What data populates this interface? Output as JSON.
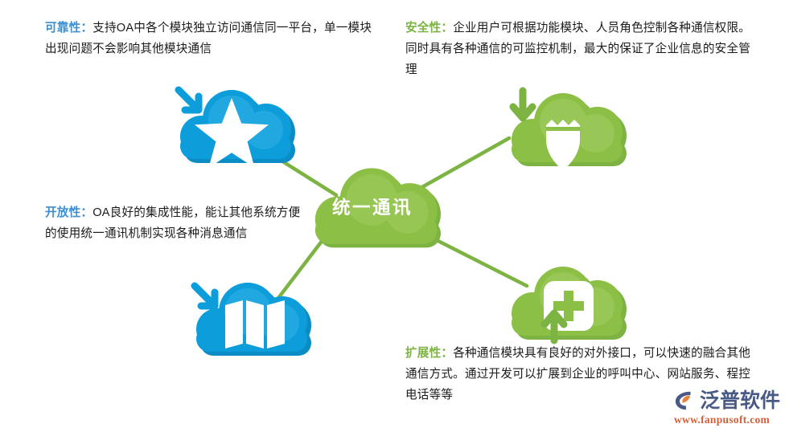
{
  "center": {
    "label": "统一通讯",
    "cloud_color": "#8cbf45",
    "cloud_highlight": "#a4ce66"
  },
  "palette": {
    "blue": "#0d9ddb",
    "blue_dark": "#0b8cc4",
    "blue_highlight": "#35b3e6",
    "green": "#8cbf45",
    "green_dark": "#7cb342",
    "green_highlight": "#a4ce66",
    "connector": "#7cb342",
    "lead_blue": "#3d8fd1",
    "lead_green": "#7cb342",
    "body_text": "#1a1a1a",
    "logo_blue": "#4a5a86",
    "logo_orange": "#d4603a"
  },
  "blocks": {
    "reliability": {
      "lead": "可靠性：",
      "lead_color": "#3d8fd1",
      "body": "支持OA中各个模块独立访问通信同一平台，单一模块出现问题不会影响其他模块通信"
    },
    "security": {
      "lead": "安全性：",
      "lead_color": "#7cb342",
      "body": "企业用户可根据功能模块、人员角色控制各种通信权限。同时具有各种通信的可监控机制，最大的保证了企业信息的安全管理"
    },
    "openness": {
      "lead": "开放性：",
      "lead_color": "#3d8fd1",
      "body": "OA良好的集成性能，能让其他系统方便的使用统一通讯机制实现各种消息通信"
    },
    "extensibility": {
      "lead": "扩展性：",
      "lead_color": "#7cb342",
      "body": "各种通信模块具有良好的对外接口，可以快速的融合其他通信方式。通过开发可以扩展到企业的呼叫中心、网站服务、程控电话等等"
    }
  },
  "nodes": [
    {
      "id": "reliability",
      "icon": "star-icon",
      "arrow": "arrow-down-right-icon",
      "cloud_color": "#0d9ddb",
      "position": "top-left"
    },
    {
      "id": "security",
      "icon": "shield-icon",
      "arrow": "arrow-down-icon",
      "cloud_color": "#8cbf45",
      "position": "top-right"
    },
    {
      "id": "openness",
      "icon": "map-icon",
      "arrow": "arrow-down-right-icon",
      "cloud_color": "#0d9ddb",
      "position": "bottom-left"
    },
    {
      "id": "extensibility",
      "icon": "plus-square-icon",
      "arrow": "arrow-up-icon",
      "cloud_color": "#8cbf45",
      "position": "bottom-right"
    }
  ],
  "brand": {
    "name": "泛普软件",
    "url": "www.fanpusoft.com",
    "mark": "fanpu-logo-icon"
  }
}
